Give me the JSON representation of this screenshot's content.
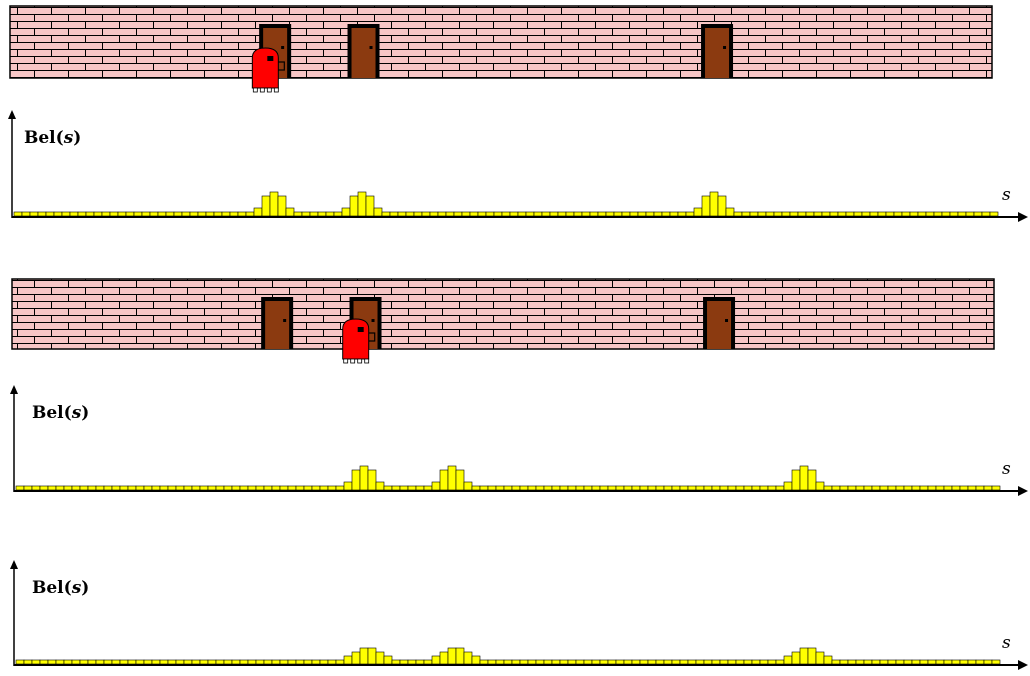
{
  "colors": {
    "brick": "#f7c6c6",
    "mortar": "#000000",
    "door": "#8b3a10",
    "door_frame": "#000000",
    "robot": "#ff0000",
    "belief_bar": "#ffff00",
    "belief_outline": "#000000"
  },
  "labels": {
    "belief_label_bold": "Bel(",
    "belief_label_italic": "s",
    "belief_label_close": ")",
    "x_axis_label": "s"
  },
  "icons": {
    "robot": "robot-icon",
    "door": "door-icon"
  },
  "chart_data": [
    {
      "type": "bar",
      "title": "",
      "xlabel": "s",
      "ylabel": "Bel(s)",
      "note_positions_relative": "doors at s≈0.27, 0.36, 0.72 of corridor; robot at s≈0.26",
      "robot_s": 0.26,
      "doors_s": [
        0.27,
        0.36,
        0.72
      ],
      "baseline": 1,
      "peaks": [
        {
          "center_s": 0.27,
          "heights": [
            1,
            2,
            5,
            6,
            5,
            2,
            1
          ]
        },
        {
          "center_s": 0.36,
          "heights": [
            1,
            2,
            5,
            6,
            5,
            2,
            1
          ]
        },
        {
          "center_s": 0.72,
          "heights": [
            1,
            2,
            5,
            6,
            5,
            2,
            1
          ]
        }
      ]
    },
    {
      "type": "bar",
      "title": "",
      "xlabel": "s",
      "ylabel": "Bel(s)",
      "robot_s": 0.35,
      "doors_s": [
        0.27,
        0.36,
        0.72
      ],
      "baseline": 1,
      "peaks": [
        {
          "center_s": 0.36,
          "heights": [
            1,
            2,
            5,
            6,
            5,
            2,
            1
          ]
        },
        {
          "center_s": 0.45,
          "heights": [
            1,
            2,
            5,
            6,
            5,
            2,
            1
          ]
        },
        {
          "center_s": 0.81,
          "heights": [
            1,
            2,
            5,
            6,
            5,
            2,
            1
          ]
        }
      ]
    },
    {
      "type": "bar",
      "title": "",
      "xlabel": "s",
      "ylabel": "Bel(s)",
      "baseline": 1,
      "peaks": [
        {
          "center_s": 0.36,
          "heights": [
            1,
            2,
            3,
            4,
            4,
            3,
            2,
            1
          ]
        },
        {
          "center_s": 0.45,
          "heights": [
            1,
            2,
            3,
            4,
            4,
            3,
            2,
            1
          ]
        },
        {
          "center_s": 0.81,
          "heights": [
            1,
            2,
            3,
            4,
            4,
            3,
            2,
            1
          ]
        }
      ]
    }
  ]
}
